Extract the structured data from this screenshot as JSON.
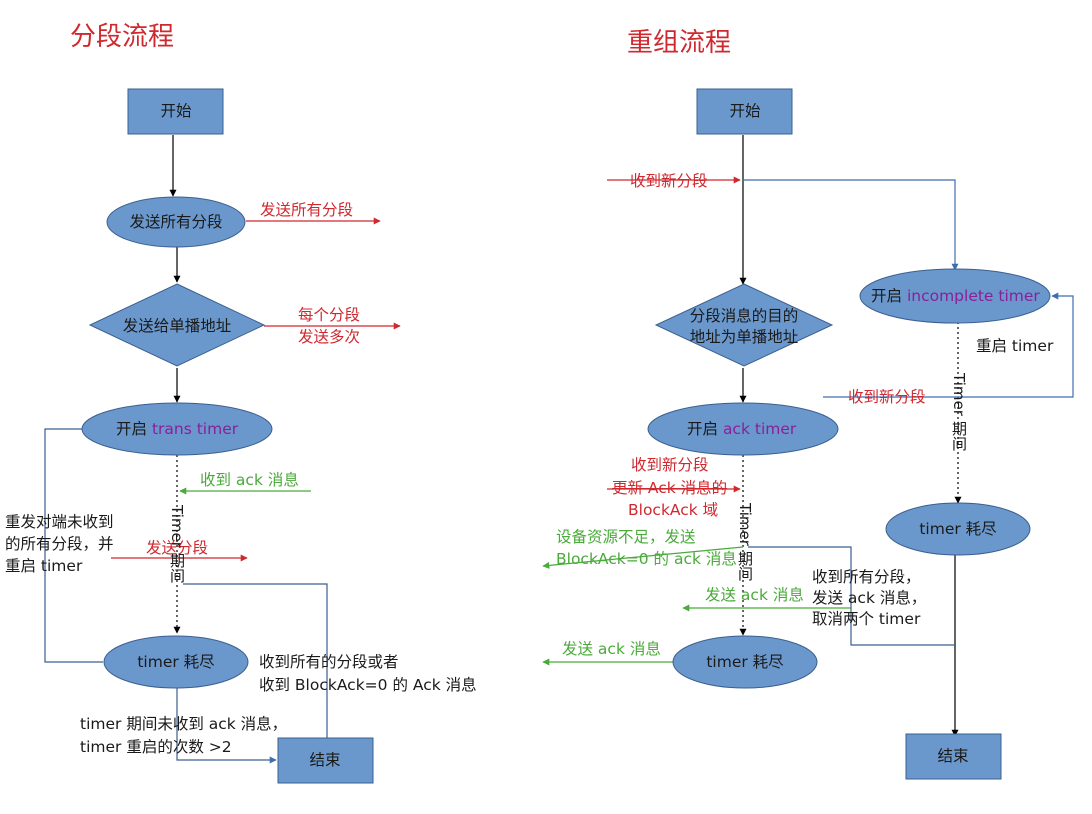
{
  "titles": {
    "left": "分段流程",
    "right": "重组流程"
  },
  "left": {
    "start": "开始",
    "send_all": "发送所有分段",
    "send_all_out": "发送所有分段",
    "send_unicast": "发送给单播地址",
    "each_seg_1": "每个分段",
    "each_seg_2": "发送多次",
    "trans_prefix": "开启 ",
    "trans_timer": "trans timer",
    "recv_ack": "收到 ack 消息",
    "send_seg": "发送分段",
    "timer_period": "Timer 期间",
    "resend_1": "重发对端未收到",
    "resend_2": "的所有分段，并",
    "resend_3": "重启 timer",
    "timeout": "timer 耗尽",
    "all_recv_1": "收到所有的分段或者",
    "all_recv_2": "收到 BlockAck=0 的 Ack 消息",
    "fail_1": "timer 期间未收到 ack 消息，",
    "fail_2": "timer 重启的次数 >2",
    "end": "结束"
  },
  "right": {
    "start": "开始",
    "new_seg": "收到新分段",
    "incomplete_prefix": "开启 ",
    "incomplete_timer": "incomplete timer",
    "restart_timer": "重启 timer",
    "timer_period_a": "Timer 期间",
    "new_seg2": "收到新分段",
    "dest_1": "分段消息的目的",
    "dest_2": "地址为单播地址",
    "ack_prefix": "开启 ",
    "ack_timer": "ack timer",
    "new_seg3": "收到新分段",
    "update_ack_1": "更新 Ack 消息的",
    "update_ack_2": "BlockAck 域",
    "no_res_1": "设备资源不足，发送",
    "no_res_2": "BlockAck=0 的 ack 消息",
    "timer_period_b": "Timer 期间",
    "send_ack1": "发送 ack 消息",
    "all_recv_1": "收到所有分段，",
    "all_recv_2": "发送 ack 消息，",
    "all_recv_3": "取消两个 timer",
    "timeout1": "timer 耗尽",
    "send_ack2": "发送 ack 消息",
    "timeout2": "timer 耗尽",
    "end": "结束"
  },
  "colors": {
    "box": "#6b98cc",
    "box_stroke": "#3a5f8f",
    "red": "#d0282f",
    "green": "#4aaa3a",
    "line": "#000000",
    "blue_line": "#3e6eb0",
    "purple": "#8a1f9a"
  }
}
